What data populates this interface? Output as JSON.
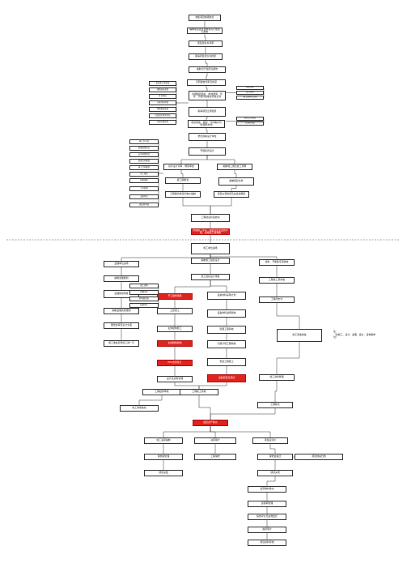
{
  "nodes": {
    "n01": "收集项目前期信息",
    "n02": "编制项目建议书或预可行性研究报告",
    "n03": "项目建议书评审",
    "n04": "取得项目建议书批复",
    "n05": "编制可行性研究报告",
    "n06": "可研报告评审及批复",
    "n07": "办理规划选址、用地预审、环评、节能评估等支持性文件",
    "n08": "取得项目立项批复",
    "n09": "项目用地、规划、环评等许可（含审批文件）",
    "n10": "委托勘察设计单位",
    "n11": "开展初步设计",
    "n12": "初步设计评审、概算审批",
    "n13": "编制施工图及施工预算",
    "n14": "施工图审查",
    "n15": "编制招标文件",
    "n16": "工程量清单及控制价编制",
    "n17": "项目立项批复及总投资确定",
    "n18": "工程建设阶段启动",
    "n19": "办理施工许可、质量及安全监督手续，完成施工前准备",
    "n20": "施工单位进场",
    "n21": "编制施工组织设计",
    "n22": "施工组织设计审批",
    "n23": "监理单位进场",
    "n24": "编制监理规划",
    "n25": "监理规划审批",
    "n26": "编制监理实施细则",
    "n27": "图纸会审及设计交底",
    "n28": "施工准备及现场三通一平",
    "n29": "开工报告审批",
    "n30": "土建施工",
    "n31": "主体结构施工",
    "n32": "主体结构验收",
    "n33": "EPC合同签订",
    "n34": "设计及采购管理",
    "n35": "设备材料采购计划",
    "n36": "设备材料进场验收",
    "n37": "隐蔽工程验收",
    "n38": "分部分项工程验收",
    "n39": "安装工程施工",
    "n40": "设备安装及调试",
    "n41": "消防、节能等专项验收",
    "n42": "工程竣工预验收",
    "n43": "工程款支付",
    "n44": "竣工验收准备",
    "n45": "竣工资料整理",
    "n46": "工程结算审核",
    "n47": "工程竣工验收",
    "n48": "竣工验收备案",
    "n49": "工程移交",
    "n50": "固定资产移交",
    "n51": "竣工决算编制",
    "n52": "决算审计",
    "n53": "项目后评价",
    "n54": "保修期管理",
    "n55": "工程保修",
    "n56": "保修金返还",
    "n57": "项目档案归档",
    "n58": "项目总结",
    "n59": "项目关闭",
    "n60": "运营维护移交",
    "n61": "运营期管理",
    "n62": "绩效评价及运维监控",
    "n63": "政府审计",
    "n64": "项目资料存档"
  },
  "side_notes": {
    "s01": "发改委立项审批",
    "s02": "规划选址意见",
    "s03": "环评审批",
    "s04": "节能评估审查",
    "s05": "用地预审意见",
    "s06": "社会稳定风险评估",
    "s07": "可研专家评审",
    "s08": "概算审批",
    "s09": "设计招标",
    "s10": "施工图审查合格",
    "s11": "招标文件备案",
    "s12": "控制价备案",
    "s13": "施工许可证",
    "s14": "质量监督登记",
    "s15": "安全监督登记",
    "s16": "监理合同备案",
    "s17": "施工合同备案",
    "s18": "开工报告",
    "s19": "材料报验",
    "s20": "工序验收",
    "s21": "变更签证",
    "s22": "进度款审核",
    "s23": "竣工资料",
    "s24": "质量评定",
    "s25": "验收备案表",
    "s26": "结算审计"
  },
  "remark": {
    "title": "注：",
    "text": "（含施工、设计、监理、造价、咨询等单位）"
  }
}
